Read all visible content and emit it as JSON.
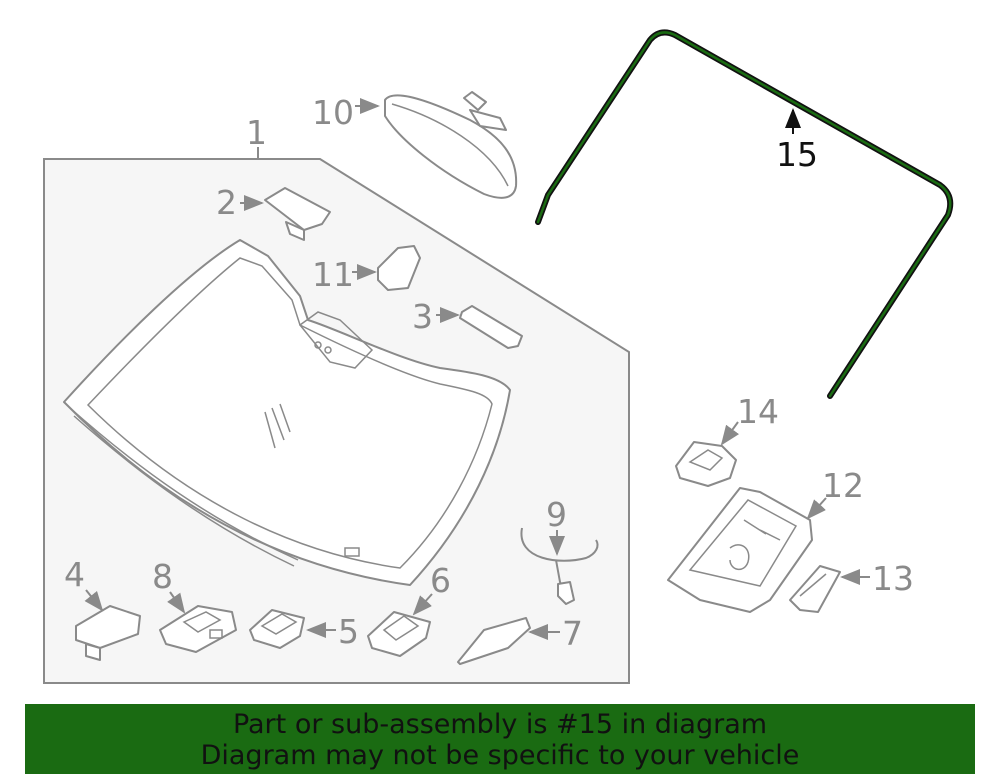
{
  "diagram": {
    "highlighted_part": "15",
    "highlight_color": "#1a6b12",
    "callouts": {
      "p1": "1",
      "p2": "2",
      "p3": "3",
      "p4": "4",
      "p5": "5",
      "p6": "6",
      "p7": "7",
      "p8": "8",
      "p9": "9",
      "p10": "10",
      "p11": "11",
      "p12": "12",
      "p13": "13",
      "p14": "14",
      "p15": "15"
    }
  },
  "banner": {
    "line1": "Part or sub-assembly is #15 in diagram",
    "line2": "Diagram may not be specific to your vehicle",
    "background": "#1a6b12"
  }
}
